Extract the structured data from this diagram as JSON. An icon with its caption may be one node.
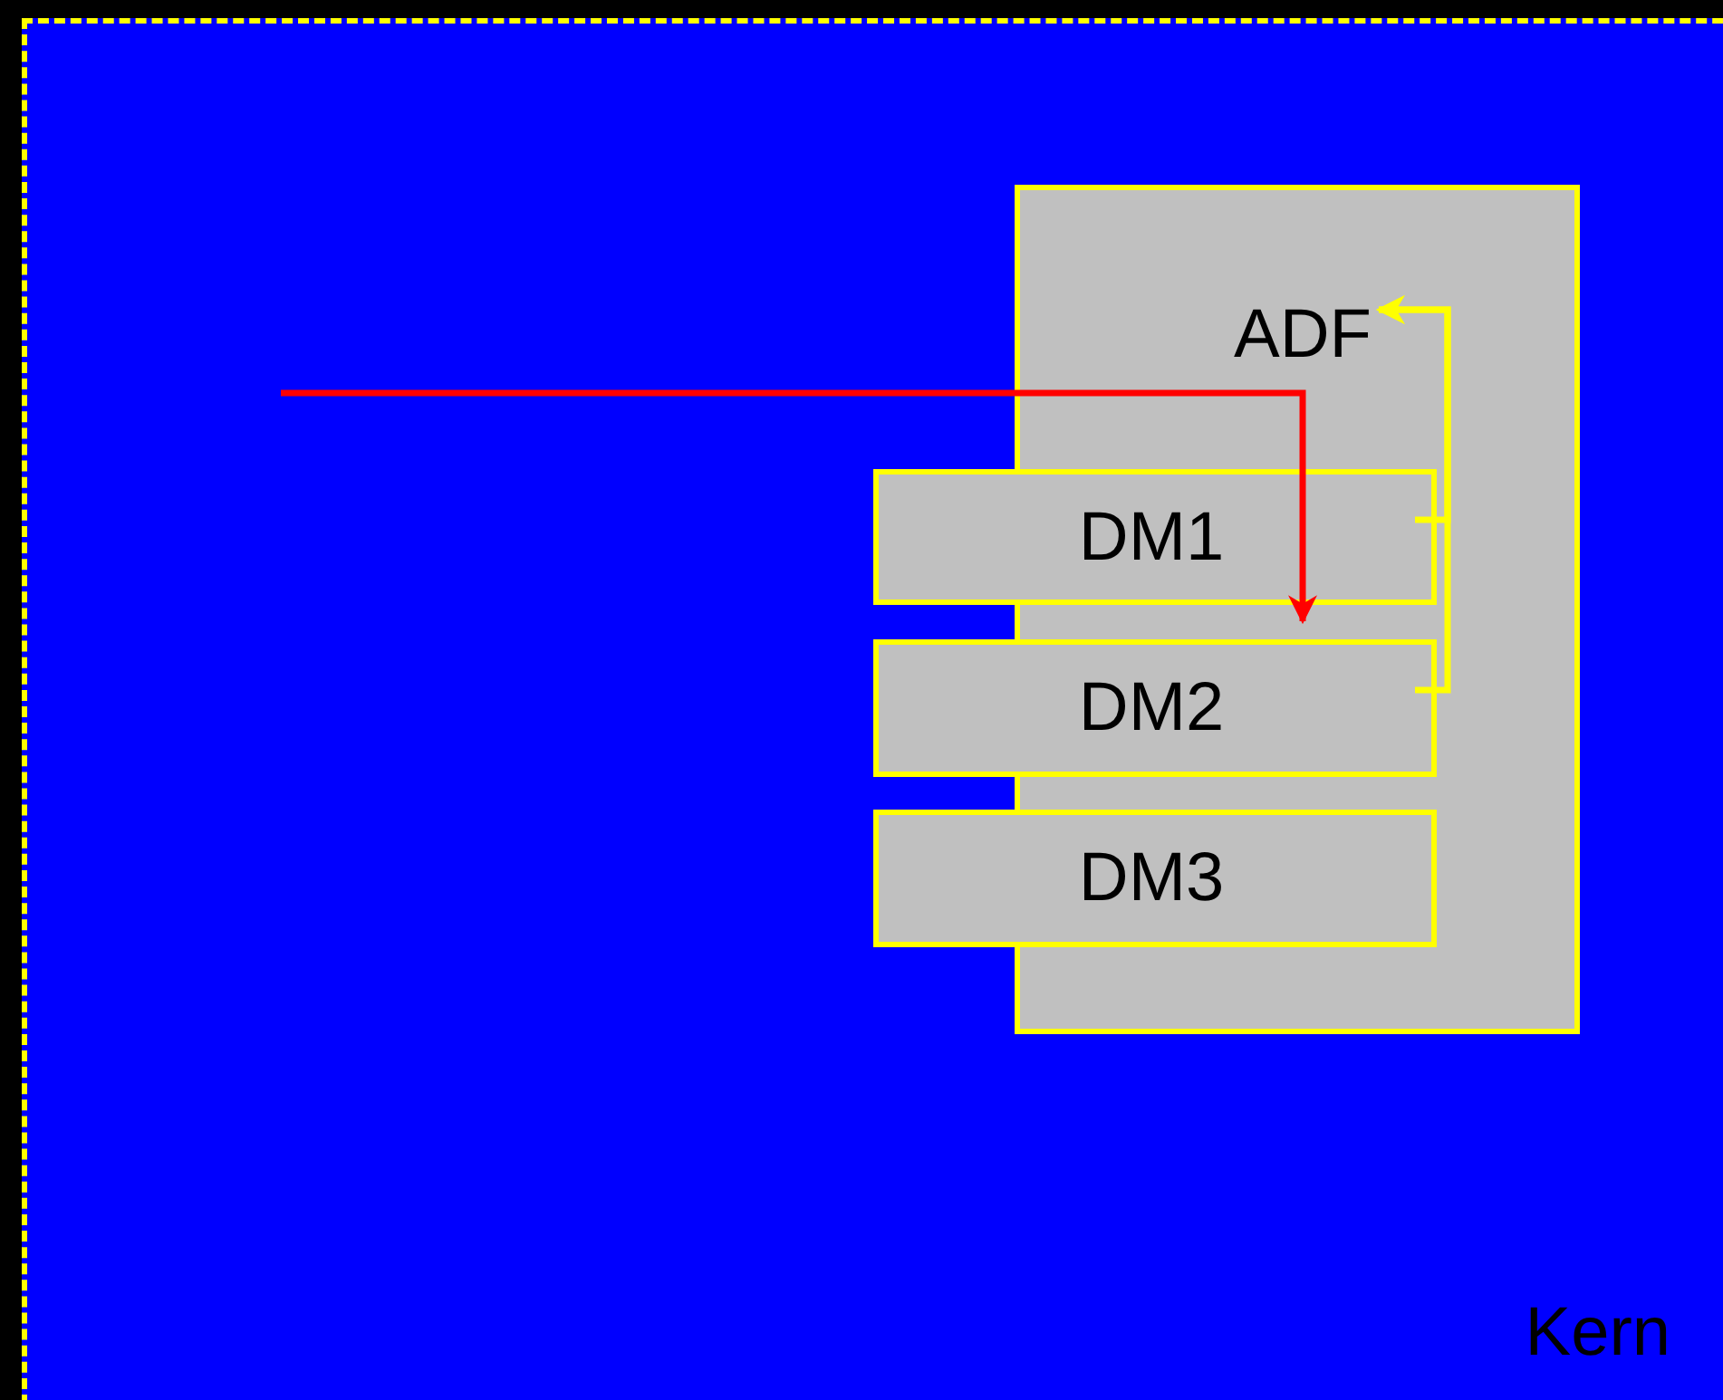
{
  "diagram": {
    "nodes": [
      {
        "text": [
          "Kern"
        ]
      },
      {
        "text": [
          "ADF"
        ],
        "in": 0
      },
      {
        "text": [
          "DM1"
        ],
        "in": 0
      },
      {
        "text": [
          "DM2"
        ],
        "in": 0
      },
      {
        "text": [
          "DM3"
        ],
        "in": 0
      }
    ],
    "edges": [
      {
        "from": null,
        "to": 3,
        "arrow": "to",
        "color": "#ff0000"
      },
      {
        "from": 2,
        "to": 1,
        "arrow": "to"
      },
      {
        "from": 3,
        "to": 1,
        "arrow": "to"
      }
    ]
  }
}
